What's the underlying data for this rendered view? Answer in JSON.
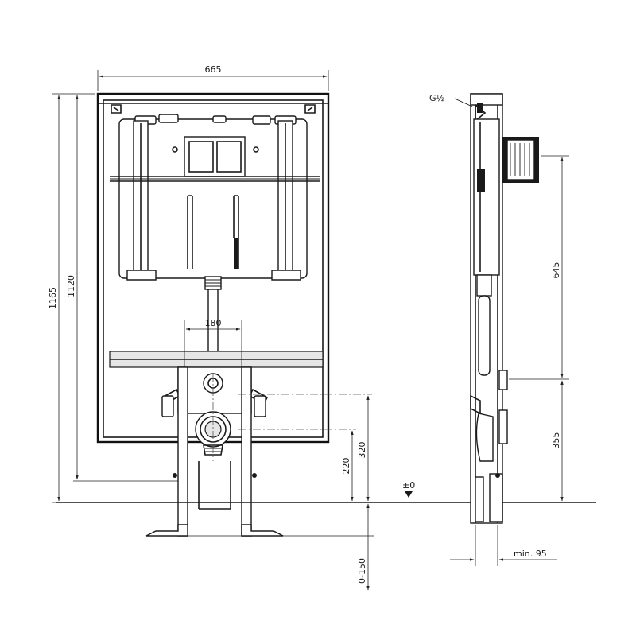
{
  "dimensions": {
    "total_width": "665",
    "total_height": "1165",
    "frame_height": "1120",
    "outlet_spacing": "180",
    "drain_height": "220",
    "inlet_height": "320",
    "adjust_range": "0-150",
    "floor_level": "±0",
    "thread_size": "G½",
    "cistern_height": "645",
    "connection_height": "355",
    "min_depth": "min. 95"
  }
}
